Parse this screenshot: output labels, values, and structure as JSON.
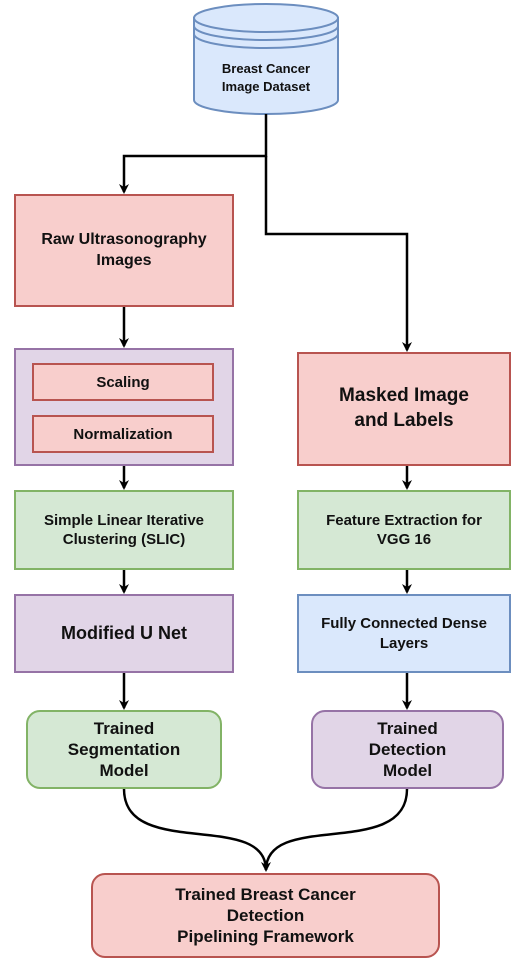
{
  "diagram": {
    "dataset": {
      "line1": "Breast Cancer",
      "line2": "Image Dataset"
    },
    "raw_images": {
      "line1": "Raw Ultrasonography",
      "line2": "Images"
    },
    "preprocess": {
      "scaling": "Scaling",
      "normalization": "Normalization"
    },
    "slic": {
      "line1": "Simple Linear Iterative",
      "line2": "Clustering (SLIC)"
    },
    "unet": "Modified U Net",
    "seg_model": {
      "line1": "Trained",
      "line2": "Segmentation",
      "line3": "Model"
    },
    "masked": {
      "line1": "Masked Image",
      "line2": "and Labels"
    },
    "feature": {
      "line1": "Feature Extraction for",
      "line2": "VGG 16"
    },
    "dense": {
      "line1": "Fully Connected Dense",
      "line2": "Layers"
    },
    "det_model": {
      "line1": "Trained",
      "line2": "Detection",
      "line3": "Model"
    },
    "final": {
      "line1": "Trained Breast Cancer",
      "line2": "Detection",
      "line3": "Pipelining Framework"
    },
    "colors": {
      "red_fill": "#f8cecc",
      "red_stroke": "#b85450",
      "green_fill": "#d5e8d4",
      "green_stroke": "#82b366",
      "purple_fill": "#e1d5e7",
      "purple_stroke": "#9673a6",
      "blue_fill": "#dae8fc",
      "blue_stroke": "#6c8ebf"
    }
  }
}
